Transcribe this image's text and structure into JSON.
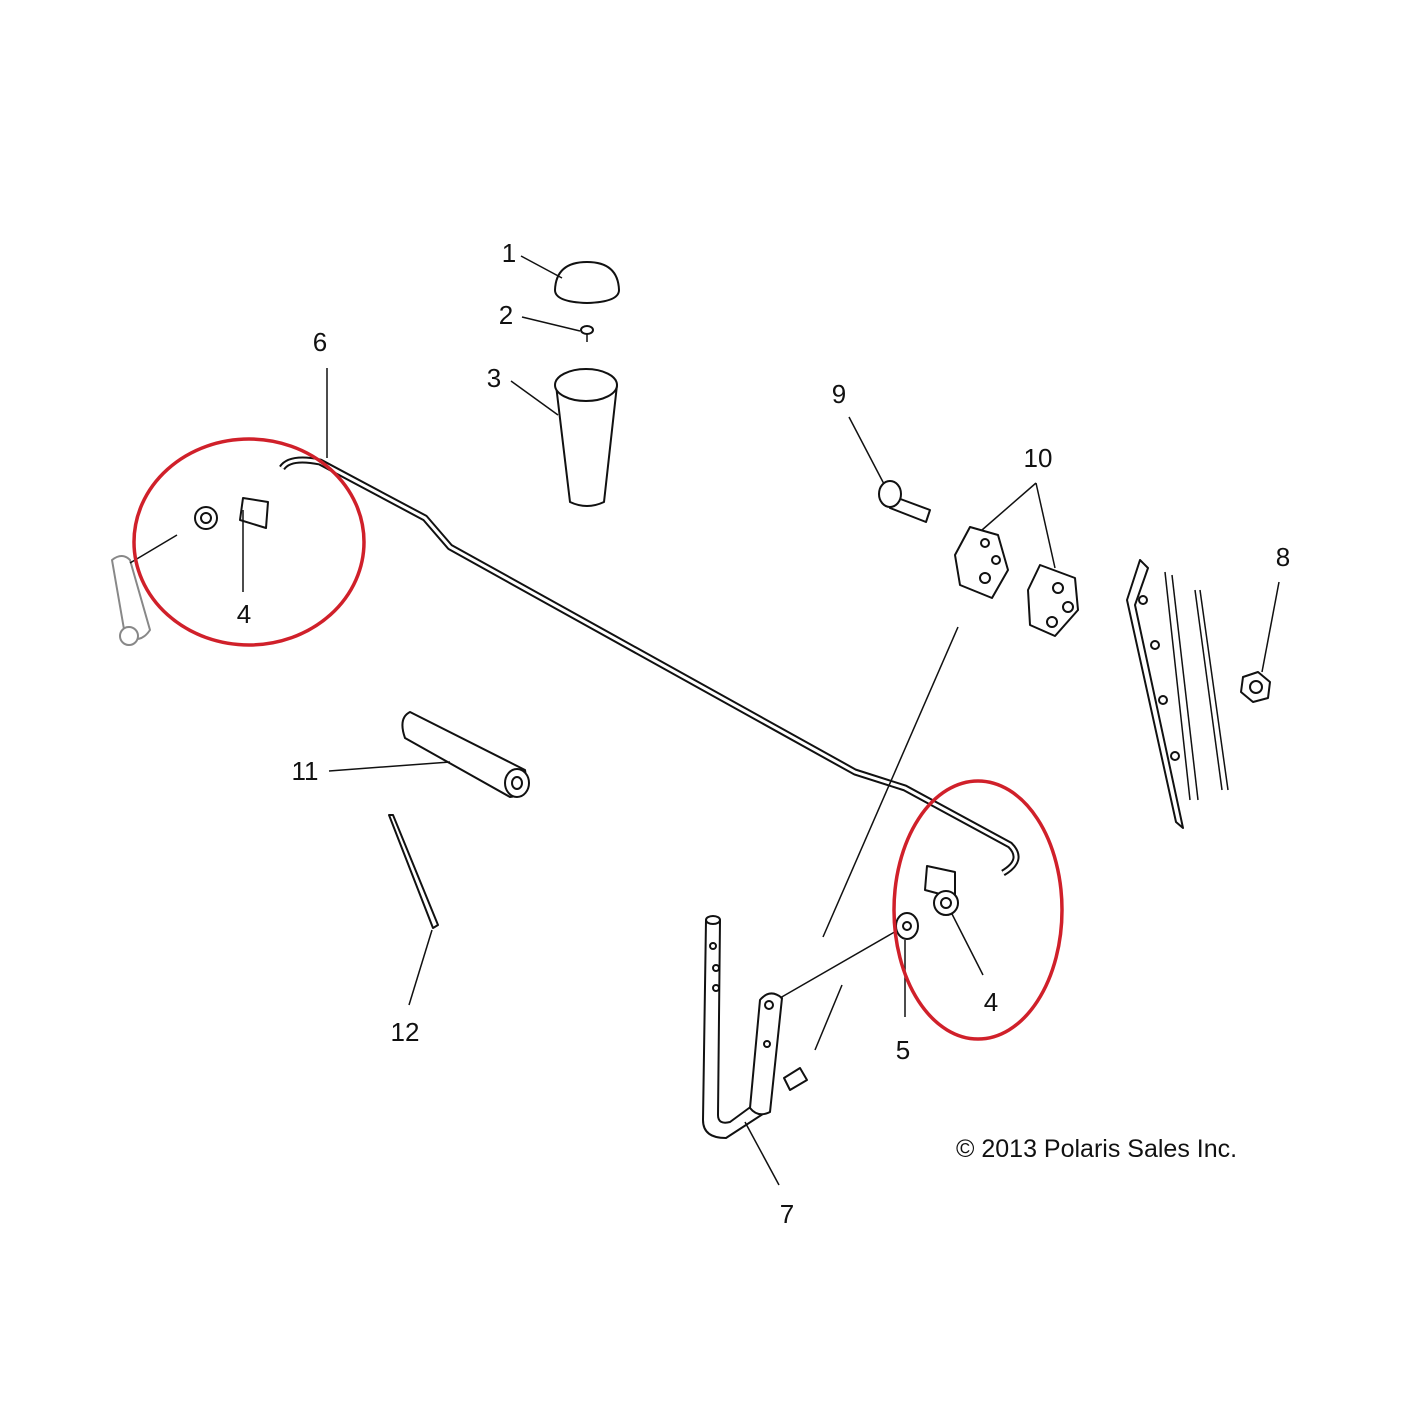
{
  "diagram": {
    "callouts": [
      {
        "id": "1",
        "label": "1"
      },
      {
        "id": "2",
        "label": "2"
      },
      {
        "id": "3",
        "label": "3"
      },
      {
        "id": "4a",
        "label": "4"
      },
      {
        "id": "4b",
        "label": "4"
      },
      {
        "id": "5",
        "label": "5"
      },
      {
        "id": "6",
        "label": "6"
      },
      {
        "id": "7",
        "label": "7"
      },
      {
        "id": "8",
        "label": "8"
      },
      {
        "id": "9",
        "label": "9"
      },
      {
        "id": "10",
        "label": "10"
      },
      {
        "id": "11",
        "label": "11"
      },
      {
        "id": "12",
        "label": "12"
      }
    ],
    "copyright": "© 2013 Polaris Sales Inc.",
    "highlight_color": "#d0202a"
  }
}
